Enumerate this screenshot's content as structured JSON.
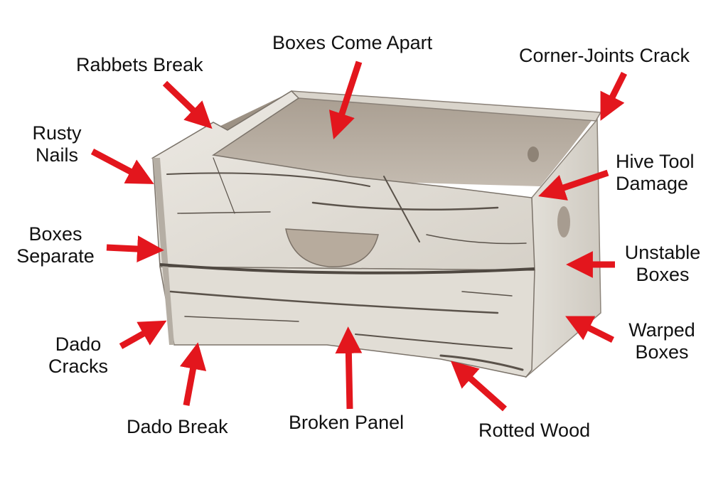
{
  "colors": {
    "arrow": "#e3161d",
    "text": "#111111",
    "paint": "#e9e6df",
    "wood_inside": "#b3a89b",
    "wood_dark": "#6e655c"
  },
  "labels": {
    "boxes_come_apart": "Boxes Come Apart",
    "rabbets_break": "Rabbets Break",
    "corner_joints_crack": "Corner-Joints Crack",
    "rusty_nails": [
      "Rusty",
      "Nails"
    ],
    "hive_tool_damage": [
      "Hive Tool",
      "Damage"
    ],
    "boxes_separate": [
      "Boxes",
      "Separate"
    ],
    "unstable_boxes": [
      "Unstable",
      "Boxes"
    ],
    "warped_boxes": [
      "Warped",
      "Boxes"
    ],
    "dado_cracks": [
      "Dado",
      "Cracks"
    ],
    "dado_break": "Dado Break",
    "broken_panel": "Broken Panel",
    "rotted_wood": "Rotted Wood"
  }
}
